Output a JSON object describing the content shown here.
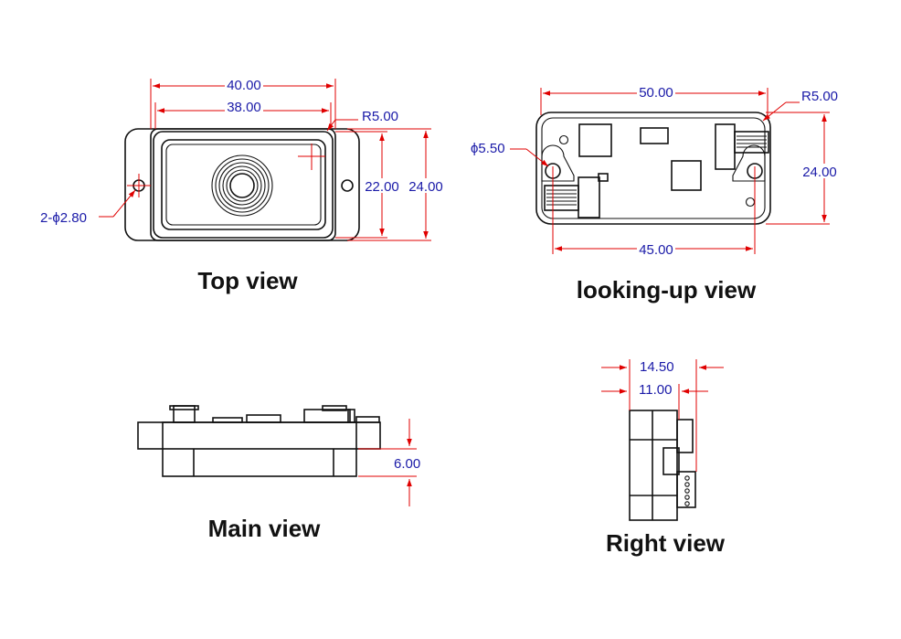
{
  "colors": {
    "outline": "#111111",
    "dimension_line": "#e00000",
    "dimension_text": "#1a1aa8"
  },
  "views": {
    "top": {
      "title": "Top view",
      "dims": {
        "width_outer": "40.00",
        "width_inner": "38.00",
        "corner_radius": "R5.00",
        "height_inner": "22.00",
        "height_outer": "24.00",
        "holes": "2-ϕ2.80"
      }
    },
    "bottom": {
      "title": "looking-up view",
      "dims": {
        "width_outer": "50.00",
        "corner_radius": "R5.00",
        "hole_diameter": "ϕ5.50",
        "height": "24.00",
        "hole_spacing": "45.00"
      }
    },
    "main": {
      "title": "Main view",
      "dims": {
        "height": "6.00"
      }
    },
    "right": {
      "title": "Right view",
      "dims": {
        "depth_outer": "14.50",
        "depth_inner": "11.00"
      }
    }
  }
}
